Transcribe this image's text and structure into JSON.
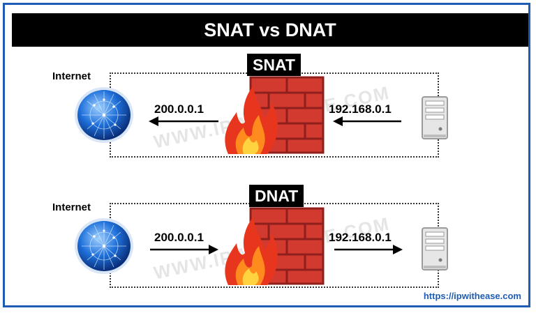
{
  "title": "SNAT vs DNAT",
  "sections": [
    {
      "badge": "SNAT",
      "internet_label": "Internet",
      "public_ip": "200.0.0.1",
      "private_ip": "192.168.0.1",
      "direction": "outbound"
    },
    {
      "badge": "DNAT",
      "internet_label": "Internet",
      "public_ip": "200.0.0.1",
      "private_ip": "192.168.0.1",
      "direction": "inbound"
    }
  ],
  "watermark": "WWW.IPWITHEASE.COM",
  "url": "https://ipwithease.com",
  "colors": {
    "frame": "#1d5bb5",
    "brick": "#c9302c",
    "flame_outer": "#e8361e",
    "flame_inner": "#ffd23f",
    "globe": "#1e6fd9",
    "url": "#1d5bb5"
  },
  "icons": {
    "internet": "globe-icon",
    "firewall": "firewall-icon",
    "server": "server-icon"
  }
}
